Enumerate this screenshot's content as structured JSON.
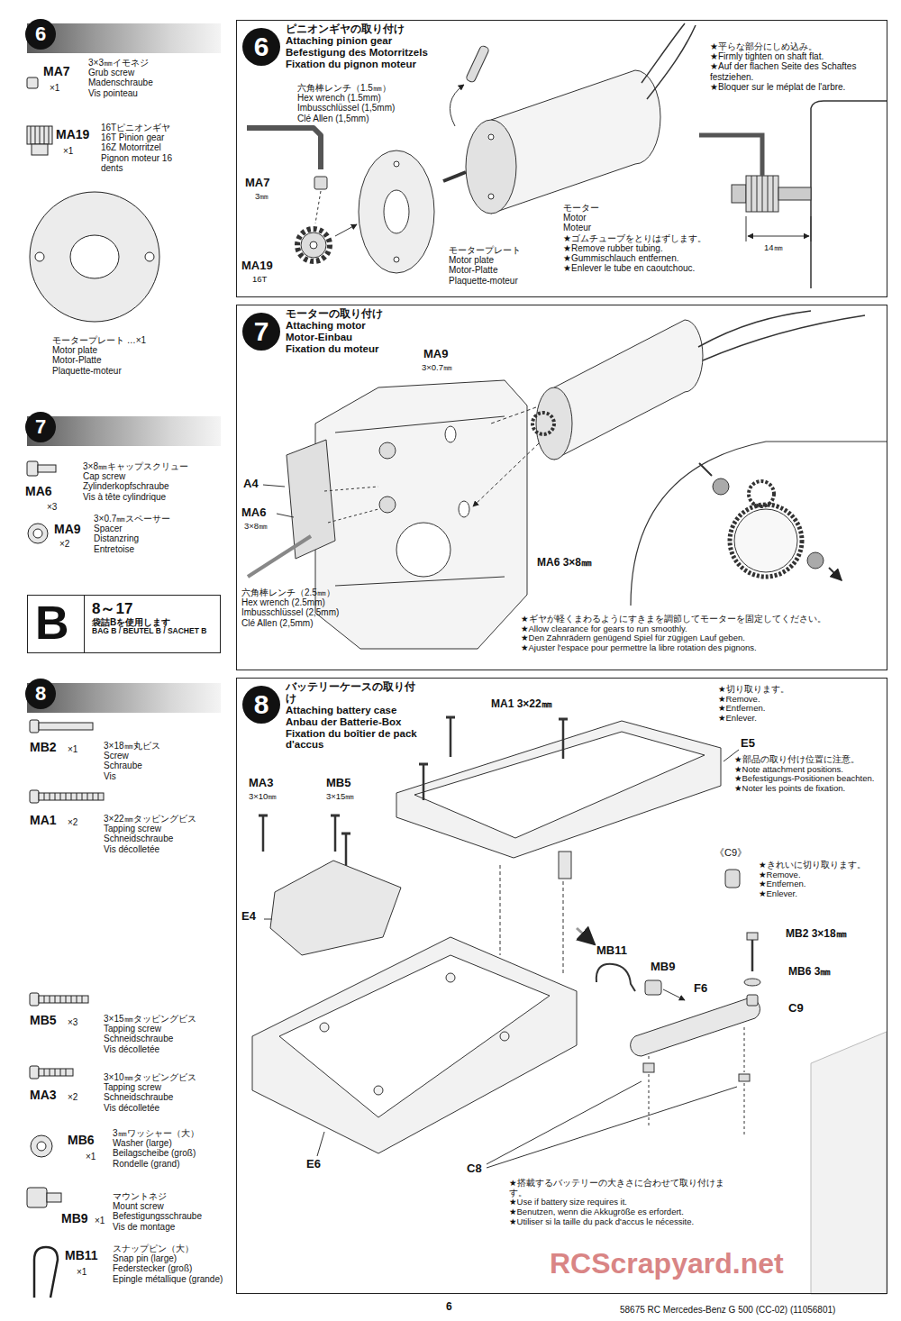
{
  "diagram": {
    "nodes": [
      {
        "text": [
          "6"
        ]
      },
      {
        "text": [
          "6",
          "ピニオンギヤの取り付け",
          "Attaching pinion gear",
          "Befestigung des Motorritzels",
          "Fixation du pignon moteur"
        ]
      },
      {
        "text": [
          "7"
        ]
      },
      {
        "text": [
          "7",
          "モーターの取り付け",
          "Attaching motor",
          "Motor-Einbau",
          "Fixation du moteur"
        ]
      },
      {
        "text": [
          "B",
          "8～17",
          "袋詰Bを使用します",
          "BAG B / BEUTEL B / SACHET B"
        ]
      },
      {
        "text": [
          "8"
        ]
      },
      {
        "text": [
          "8",
          "バッテリーケースの取り付け",
          "Attaching battery case",
          "Anbau der Batterie-Box",
          "Fixation du boîtier de pack d'accus"
        ]
      }
    ],
    "labels": [
      "MA7",
      "×1",
      "3×3㎜イモネジ",
      "Grub screw",
      "Madenschraube",
      "Vis pointeau",
      "MA19",
      "×1",
      "16Tピニオンギヤ",
      "16T Pinion gear",
      "16Z Motorritzel",
      "Pignon moteur 16 dents",
      "モータープレート …×1",
      "Motor plate",
      "Motor-Platte",
      "Plaquette-moteur",
      "六角棒レンチ（1.5㎜）",
      "Hex wrench (1.5mm)",
      "Imbusschlüssel (1,5mm)",
      "Clé Allen (1,5mm)",
      "MA7",
      "3㎜",
      "MA19",
      "16T",
      "モータープレート",
      "Motor plate",
      "Motor-Platte",
      "Plaquette-moteur",
      "モーター",
      "Motor",
      "Moteur",
      "★ゴムチューブをとりはずします。",
      "★Remove rubber tubing.",
      "★Gummischlauch entfernen.",
      "★Enlever le tube en caoutchouc.",
      "★平らな部分にしめ込み。",
      "★Firmly tighten on shaft flat.",
      "★Auf der flachen Seite des Schaftes festziehen.",
      "★Bloquer sur le méplat de l'arbre.",
      "14㎜",
      "3×8㎜キャップスクリュー",
      "Cap screw",
      "Zylinderkopfschraube",
      "Vis à tête cylindrique",
      "MA6",
      "×3",
      "3×0.7㎜スペーサー",
      "Spacer",
      "Distanzring",
      "Entretoise",
      "MA9",
      "×2",
      "MA9",
      "3×0.7㎜",
      "A4",
      "MA6",
      "3×8㎜",
      "六角棒レンチ（2.5㎜）",
      "Hex wrench (2.5mm)",
      "Imbusschlüssel (2,5mm)",
      "Clé Allen (2,5mm)",
      "MA6 3×8㎜",
      "★ギヤが軽くまわるようにすきまを調節してモーターを固定してください。",
      "★Allow clearance for gears to run smoothly.",
      "★Den Zahnrädern genügend Spiel für zügigen Lauf geben.",
      "★Ajuster l'espace pour permettre la libre rotation des pignons.",
      "MB2",
      "×1",
      "3×18㎜丸ビス",
      "Screw",
      "Schraube",
      "Vis",
      "MA1",
      "×2",
      "3×22㎜タッピングビス",
      "Tapping screw",
      "Schneidschraube",
      "Vis décolletée",
      "MB5",
      "×3",
      "3×15㎜タッピングビス",
      "Tapping screw",
      "Schneidschraube",
      "Vis décolletée",
      "MA3",
      "×2",
      "3×10㎜タッピングビス",
      "Tapping screw",
      "Schneidschraube",
      "Vis décolletée",
      "MB6",
      "×1",
      "3㎜ワッシャー（大）",
      "Washer (large)",
      "Beilagscheibe (groß)",
      "Rondelle (grand)",
      "MB9",
      "×1",
      "マウントネジ",
      "Mount screw",
      "Befestigungsschraube",
      "Vis de montage",
      "MB11",
      "×1",
      "スナップピン（大）",
      "Snap pin (large)",
      "Federstecker (groß)",
      "Epingle métallique (grande)",
      "MA1 3×22㎜",
      "MA3",
      "3×10㎜",
      "MB5",
      "3×15㎜",
      "E4",
      "E6",
      "★切り取ります。",
      "★Remove.",
      "★Entfernen.",
      "★Enlever.",
      "E5",
      "★部品の取り付け位置に注意。",
      "★Note attachment positions.",
      "★Befestigungs-Positionen beachten.",
      "★Noter les points de fixation.",
      "《C9》",
      "★きれいに切り取ります。",
      "★Remove.",
      "★Entfernen.",
      "★Enlever.",
      "MB11",
      "MB9",
      "MB2 3×18㎜",
      "MB6 3㎜",
      "C9",
      "F6",
      "C8",
      "★搭載するバッテリーの大きさに合わせて取り付けます。",
      "★Use if battery size requires it.",
      "★Benutzen, wenn die Akkugröße es erfordert.",
      "★Utiliser si la taille du pack d'accus le nécessite.",
      "RCScrapyard.net",
      "6",
      "58675 RC Mercedes-Benz G 500 (CC-02) (11056801)"
    ]
  }
}
